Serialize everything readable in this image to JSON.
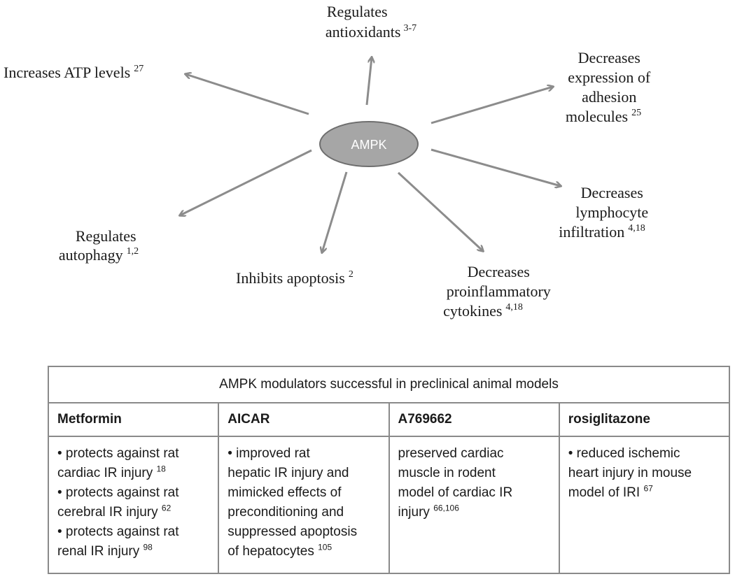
{
  "diagram": {
    "center": "AMPK",
    "effects": [
      {
        "id": "antioxidants",
        "lines": [
          "Regulates",
          "antioxidants"
        ],
        "ref": "3-7"
      },
      {
        "id": "atp",
        "lines": [
          "Increases ATP levels"
        ],
        "ref": "27"
      },
      {
        "id": "adhesion",
        "lines": [
          "Decreases",
          "expression of",
          "adhesion",
          "molecules"
        ],
        "ref": "25"
      },
      {
        "id": "lymphocyte",
        "lines": [
          "Decreases",
          "lymphocyte",
          "infiltration"
        ],
        "ref": "4,18"
      },
      {
        "id": "autophagy",
        "lines": [
          "Regulates",
          "autophagy"
        ],
        "ref": "1,2"
      },
      {
        "id": "apoptosis",
        "lines": [
          "Inhibits apoptosis"
        ],
        "ref": "2"
      },
      {
        "id": "cytokines",
        "lines": [
          "Decreases",
          "proinflammatory",
          "cytokines"
        ],
        "ref": "4,18"
      }
    ]
  },
  "table": {
    "title": "AMPK modulators successful in preclinical animal models",
    "columns": [
      {
        "header": "Metformin",
        "lines": [
          {
            "text": "• protects against rat"
          },
          {
            "text": "cardiac IR injury ",
            "ref": "18"
          },
          {
            "text": "• protects against rat"
          },
          {
            "text": "cerebral IR injury ",
            "ref": "62"
          },
          {
            "text": "• protects against rat"
          },
          {
            "text": "renal IR injury ",
            "ref": "98"
          }
        ]
      },
      {
        "header": "AICAR",
        "lines": [
          {
            "text": "• improved rat"
          },
          {
            "text": "hepatic IR injury and"
          },
          {
            "text": "mimicked effects of"
          },
          {
            "text": "preconditioning  and"
          },
          {
            "text": "suppressed apoptosis"
          },
          {
            "text": "of hepatocytes ",
            "ref": "105"
          }
        ]
      },
      {
        "header": "A769662",
        "lines": [
          {
            "text": "preserved cardiac"
          },
          {
            "text": "muscle in rodent"
          },
          {
            "text": "model of cardiac IR"
          },
          {
            "text": "injury ",
            "ref": "66,106"
          }
        ]
      },
      {
        "header": "rosiglitazone",
        "lines": [
          {
            "text": "• reduced ischemic"
          },
          {
            "text": "heart injury in mouse"
          },
          {
            "text": "model of IRI ",
            "ref": "67"
          }
        ]
      }
    ]
  }
}
